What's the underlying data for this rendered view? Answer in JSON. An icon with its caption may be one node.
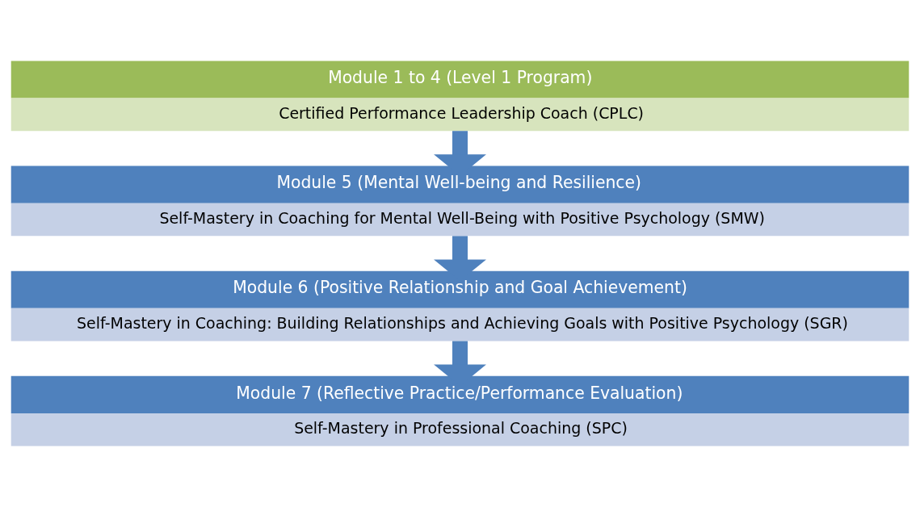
{
  "diagram": {
    "nodes": [
      {
        "text": [
          "Module 1 to 4 (Level 1 Program)",
          "Certified Performance Leadership Coach (CPLC)"
        ]
      },
      {
        "text": [
          "Module 5 (Mental Well-being and Resilience)",
          "Self-Mastery in Coaching for Mental Well-Being with Positive Psychology (SMW)"
        ]
      },
      {
        "text": [
          "Module 6 (Positive Relationship and Goal Achievement)",
          "Self-Mastery in Coaching: Building Relationships and Achieving Goals with Positive Psychology (SGR)"
        ]
      },
      {
        "text": [
          "Module 7 (Reflective Practice/Performance Evaluation)",
          "Self-Mastery in Professional Coaching (SPC)"
        ]
      }
    ],
    "edges": [
      {
        "from": 0,
        "to": 1,
        "arrow": "to"
      },
      {
        "from": 1,
        "to": 2,
        "arrow": "to"
      },
      {
        "from": 2,
        "to": 3,
        "arrow": "to"
      }
    ]
  }
}
